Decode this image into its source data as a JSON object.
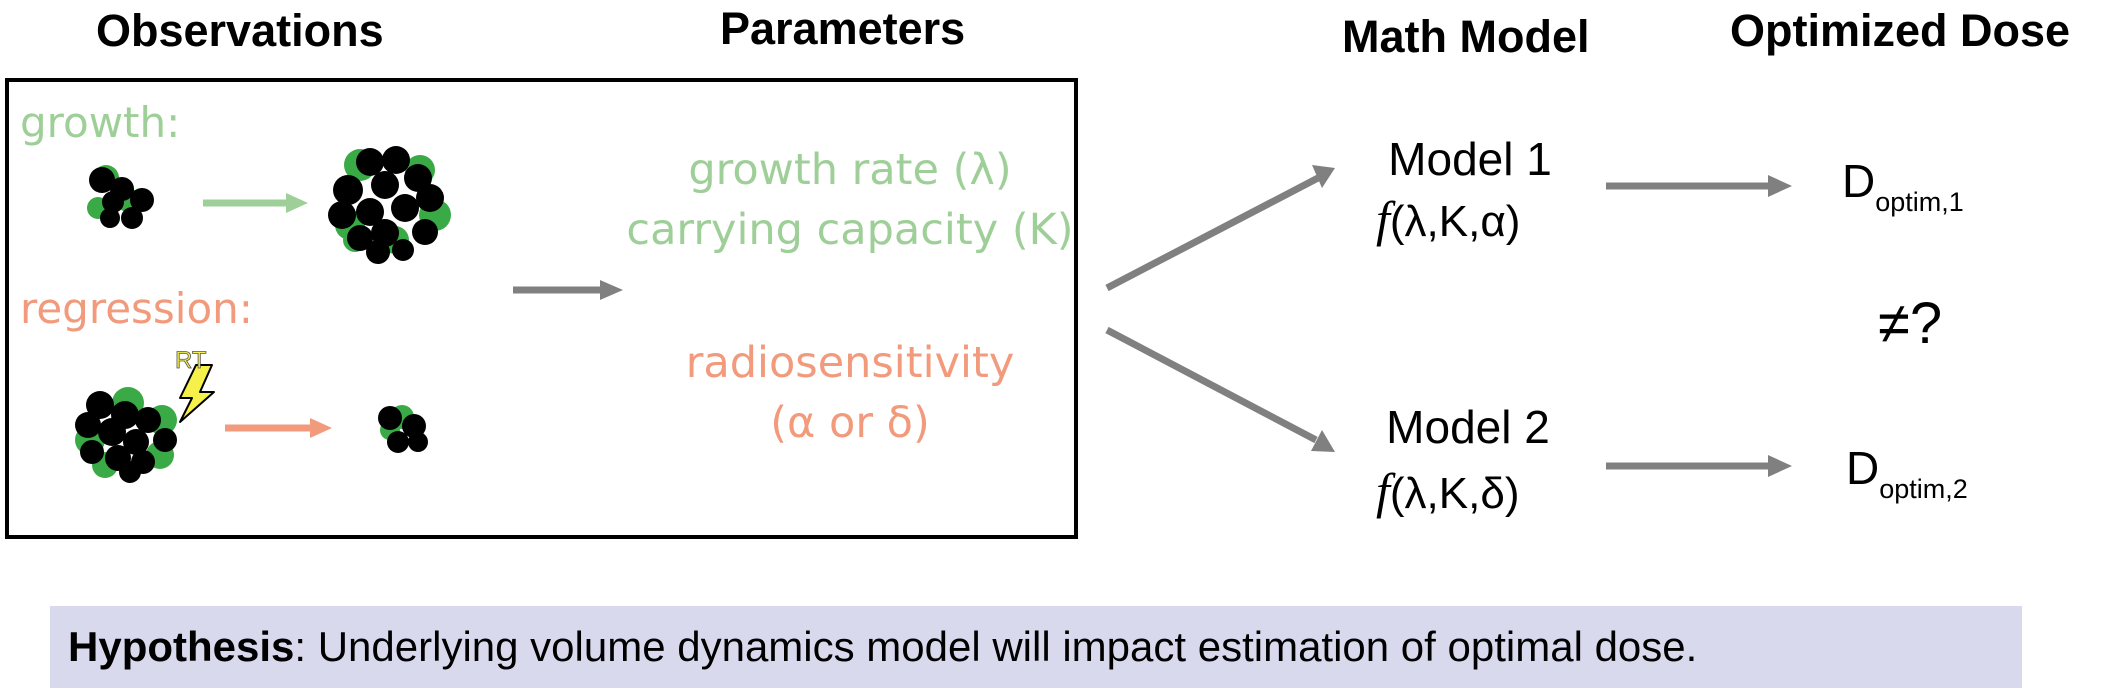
{
  "headers": {
    "observations": "Observations",
    "parameters": "Parameters",
    "math_model": "Math Model",
    "optimized_dose": "Optimized Dose"
  },
  "observations": {
    "growth_label": "growth:",
    "regression_label": "regression:",
    "rt_label": "RT"
  },
  "parameters": {
    "growth_line1": "growth rate (λ)",
    "growth_line2": "carrying capacity (K)",
    "radio_line1": "radiosensitivity",
    "radio_line2": "(α or δ)"
  },
  "models": {
    "model1_title": "Model 1",
    "model1_f": "f",
    "model1_args": "(λ,K,α)",
    "model2_title": "Model 2",
    "model2_f": "f",
    "model2_args": "(λ,K,δ)"
  },
  "doses": {
    "d_symbol": "D",
    "dose1_sub": "optim,1",
    "dose2_sub": "optim,2",
    "comparison": "≠?"
  },
  "hypothesis": {
    "label": "Hypothesis",
    "text": ": Underlying volume dynamics model will impact estimation of optimal dose."
  },
  "colors": {
    "growth_green": "#9fcf98",
    "regression_salmon": "#f29a7c",
    "arrow_grey": "#808080",
    "cell_green": "#3aaa46",
    "cell_black": "#000000",
    "lightning_yellow": "#f5f04a",
    "hypothesis_bg": "#d9d9ee"
  }
}
